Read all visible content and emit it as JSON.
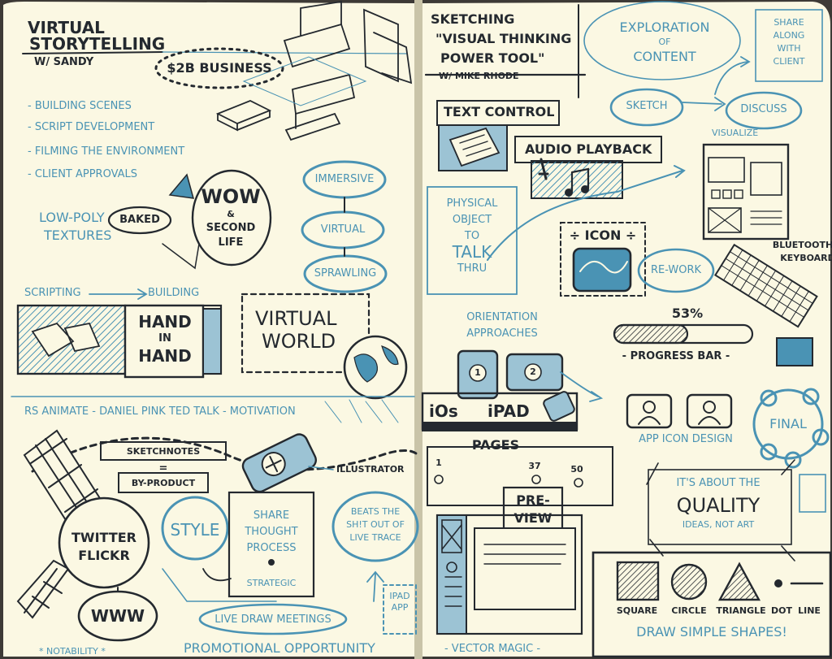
{
  "colors": {
    "paper": "#fbf8e3",
    "ink": "#24292f",
    "blue": "#4a93b4",
    "shade": "#9cc3d4"
  },
  "left": {
    "title": [
      "VIRTUAL",
      "STORYTELLING",
      "W/ SANDY"
    ],
    "business": "$2B BUSINESS",
    "bullets": [
      "- BUILDING SCENES",
      "- SCRIPT DEVELOPMENT",
      "- FILMING THE ENVIRONMENT",
      "- CLIENT APPROVALS"
    ],
    "lowpoly": [
      "LOW-POLY",
      "TEXTURES"
    ],
    "baked": "BAKED",
    "wow": [
      "WOW",
      "&",
      "SECOND",
      "LIFE"
    ],
    "pills": [
      "IMMERSIVE",
      "VIRTUAL",
      "SPRAWLING"
    ],
    "scripting": "SCRIPTING",
    "building": "BUILDING",
    "hand": [
      "HAND",
      "IN",
      "HAND"
    ],
    "virtualworld": [
      "VIRTUAL",
      "WORLD"
    ],
    "banner": "RS ANIMATE - DANIEL PINK TED TALK - MOTIVATION",
    "sketchnotes": [
      "SKETCHNOTES",
      "=",
      "BY-PRODUCT"
    ],
    "illustrator": "ILLUSTRATOR",
    "twitter": [
      "TWITTER",
      "FLICKR"
    ],
    "www": "WWW",
    "style": "STYLE",
    "share": [
      "SHARE",
      "THOUGHT",
      "PROCESS"
    ],
    "strategic": "STRATEGIC",
    "beats": [
      "BEATS THE",
      "SH!T OUT OF",
      "LIVE TRACE"
    ],
    "ipad": [
      "IPAD",
      "APP"
    ],
    "livedraw": "LIVE DRAW MEETINGS",
    "notability": "* NOTABILITY *",
    "promo": "PROMOTIONAL OPPORTUNITY"
  },
  "right": {
    "title": [
      "SKETCHING",
      "\"VISUAL THINKING",
      "POWER TOOL\"",
      "W/ MIKE RHODE"
    ],
    "exploration": [
      "EXPLORATION",
      "OF",
      "CONTENT"
    ],
    "share": [
      "SHARE",
      "ALONG",
      "WITH",
      "CLIENT"
    ],
    "sketch": "SKETCH",
    "discuss": "DISCUSS",
    "visualize": "VISUALIZE",
    "textcontrol": "TEXT CONTROL",
    "audio": "AUDIO PLAYBACK",
    "physical": [
      "PHYSICAL",
      "OBJECT",
      "TO",
      "TALK",
      "THRU"
    ],
    "icon": "÷ ICON ÷",
    "rework": "RE-WORK",
    "bluetooth": [
      "BLUETOOTH",
      "KEYBOARD"
    ],
    "orientation": [
      "ORIENTATION",
      "APPROACHES"
    ],
    "orient_nums": [
      "1",
      "2"
    ],
    "progress_pct": "53%",
    "progress_value": 0.53,
    "progress_label": "- PROGRESS BAR -",
    "ios": "iOs",
    "ipad": "iPAD",
    "appicon": "APP ICON DESIGN",
    "final": "FINAL",
    "pages": "PAGES",
    "page_marks": [
      "1",
      "37",
      "50"
    ],
    "preview": [
      "PRE-",
      "VIEW"
    ],
    "quality": [
      "IT'S ABOUT THE",
      "QUALITY",
      "IDEAS, NOT ART"
    ],
    "shapes": [
      "SQUARE",
      "CIRCLE",
      "TRIANGLE",
      "DOT",
      "LINE"
    ],
    "drawsimple": "DRAW SIMPLE SHAPES!",
    "vector": "- VECTOR MAGIC -"
  }
}
